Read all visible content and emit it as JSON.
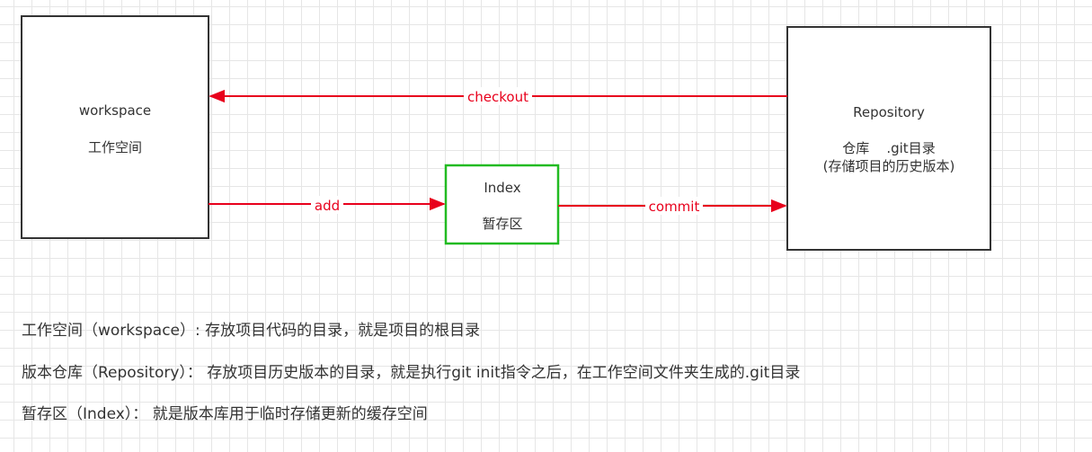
{
  "colors": {
    "edge": "#e8001c",
    "box_border": "#333333",
    "index_border": "#22bb22",
    "text": "#333333"
  },
  "nodes": {
    "workspace": {
      "title": "workspace",
      "subtitle": "工作空间"
    },
    "index": {
      "title": "Index",
      "subtitle": "暂存区"
    },
    "repository": {
      "title": "Repository",
      "subtitle": "仓库    .git目录",
      "note": "(存储项目的历史版本)"
    }
  },
  "edges": {
    "checkout": "checkout",
    "add": "add",
    "commit": "commit"
  },
  "notes": [
    "工作空间（workspace）: 存放项目代码的目录，就是项目的根目录",
    "版本仓库（Repository）：  存放项目历史版本的目录，就是执行git init指令之后，在工作空间文件夹生成的.git目录",
    "暂存区（Index）：  就是版本库用于临时存储更新的缓存空间"
  ]
}
